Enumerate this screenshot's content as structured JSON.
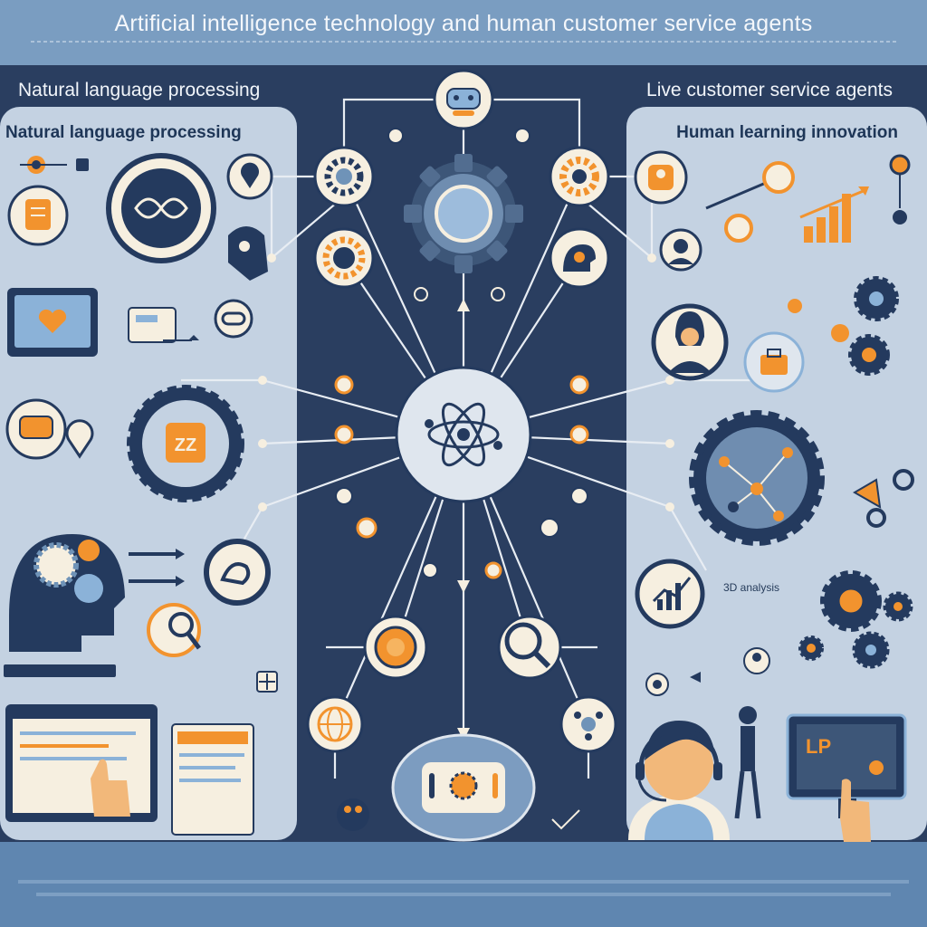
{
  "title": "Artificial intelligence technology and human customer service agents",
  "left_header": "Natural language processing",
  "right_header": "Live customer service agents",
  "left_panel_title": "Natural language processing",
  "right_panel_title": "Human learning innovation",
  "right_small_label": "3D analysis",
  "colors": {
    "navy": "#243a5e",
    "orange": "#f2932e",
    "panel": "#c4d2e2",
    "cream": "#f6efe0",
    "background": "#6f93b8"
  }
}
